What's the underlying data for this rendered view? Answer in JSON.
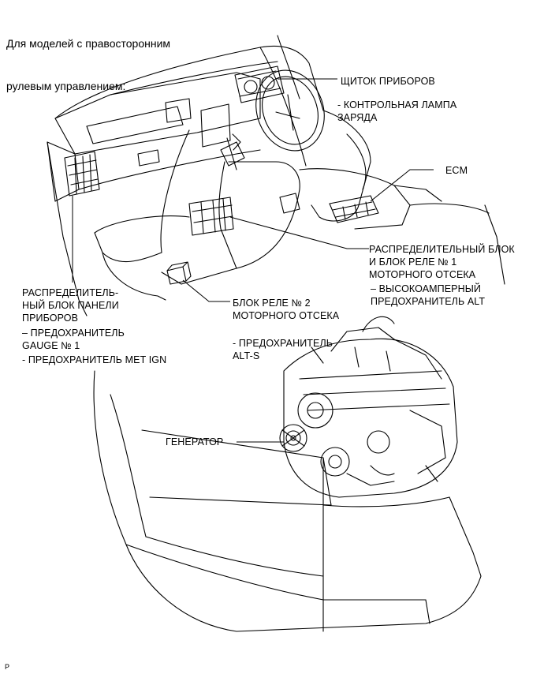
{
  "title": {
    "line1": "Для моделей с правосторонним",
    "line2": "рулевым управлением:"
  },
  "labels": {
    "combination_meter": "ЩИТОК ПРИБОРОВ",
    "charge_lamp": "- КОНТРОЛЬНАЯ ЛАМПА\nЗАРЯДА",
    "ecm": "ECM",
    "engine_room_jb": "РАСПРЕДЕЛИТЕЛЬНЫЙ БЛОК\nИ БЛОК РЕЛЕ № 1\nМОТОРНОГО ОТСЕКА",
    "alt_fuse": "– ВЫСОКОАМПЕРНЫЙ\nПРЕДОХРАНИТЕЛЬ ALT",
    "instrument_panel_jb": "РАСПРЕДЕЛИТЕЛЬ-\nНЫЙ БЛОК ПАНЕЛИ\nПРИБОРОВ",
    "gauge_fuse": "– ПРЕДОХРАНИТЕЛЬ\nGAUGE № 1",
    "met_ign_fuse": "- ПРЕДОХРАНИТЕЛЬ MET IGN",
    "relay_block_2": "БЛОК РЕЛЕ № 2\nМОТОРНОГО ОТСЕКА",
    "alt_s_fuse": "- ПРЕДОХРАНИТЕЛЬ\nALT-S",
    "generator": "ГЕНЕРАТОР"
  },
  "corner_tag": "P",
  "colors": {
    "line": "#000000",
    "background": "#ffffff"
  }
}
